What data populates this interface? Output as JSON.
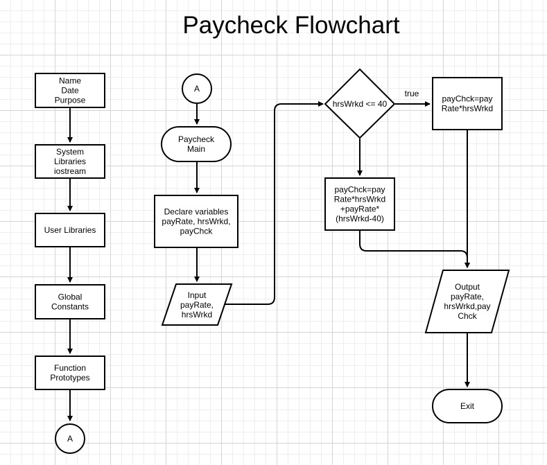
{
  "title": "Paycheck Flowchart",
  "nodes": {
    "header_comment": [
      "Name",
      "Date",
      "Purpose"
    ],
    "system_libraries": [
      "System",
      "Libraries",
      "iostream"
    ],
    "user_libraries": [
      "User Libraries"
    ],
    "global_constants": [
      "Global",
      "Constants"
    ],
    "function_prototypes": [
      "Function",
      "Prototypes"
    ],
    "connector_a_out": [
      "A"
    ],
    "connector_a_in": [
      "A"
    ],
    "paycheck_main": [
      "Paycheck",
      "Main"
    ],
    "declare_variables": [
      "Declare variables",
      "payRate, hrsWrkd,",
      "payChck"
    ],
    "input": [
      "Input",
      "payRate,",
      "hrsWrkd"
    ],
    "decision": [
      "hrsWrkd <= 40"
    ],
    "calc_normal": [
      "payChck=pay",
      "Rate*hrsWrkd"
    ],
    "calc_overtime": [
      "payChck=pay",
      "Rate*hrsWrkd",
      "+payRate*",
      "(hrsWrkd-40)"
    ],
    "output": [
      "Output",
      "payRate,",
      "hrsWrkd,pay",
      "Chck"
    ],
    "exit": [
      "Exit"
    ]
  },
  "edge_labels": {
    "true_branch": "true"
  }
}
